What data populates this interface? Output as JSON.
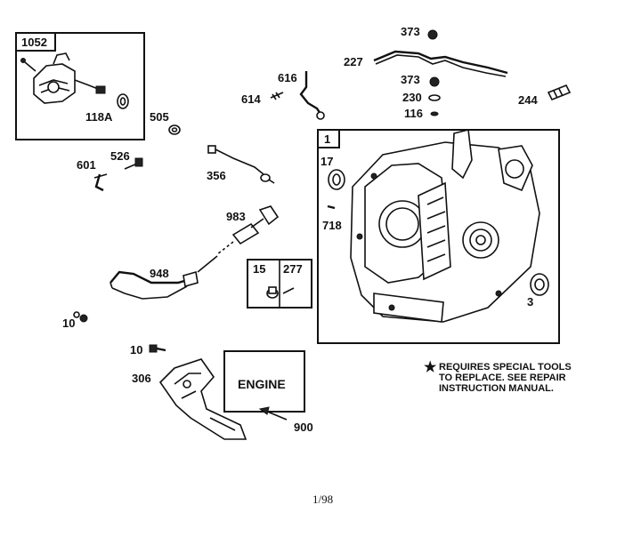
{
  "page_number": "1/98",
  "note": {
    "symbol": "★",
    "lines": [
      "REQUIRES SPECIAL TOOLS",
      "TO REPLACE. SEE REPAIR",
      "INSTRUCTION MANUAL."
    ]
  },
  "engine_label": "ENGINE",
  "boxes": {
    "carb_box": "1052",
    "crankcase_box": "1",
    "small_box_a": "15",
    "small_box_b": "277"
  },
  "parts": {
    "p118a": "118A",
    "p505": "505",
    "p616": "616",
    "p614": "614",
    "p373_top": "373",
    "p227": "227",
    "p373_mid": "373",
    "p230": "230",
    "p116": "116",
    "p244": "244",
    "p601": "601",
    "p526": "526",
    "p356": "356",
    "p17": "17",
    "p718": "718",
    "p983": "983",
    "p948": "948",
    "p3": "3",
    "p10_a": "10",
    "p10_b": "10",
    "p306": "306",
    "p900": "900"
  }
}
